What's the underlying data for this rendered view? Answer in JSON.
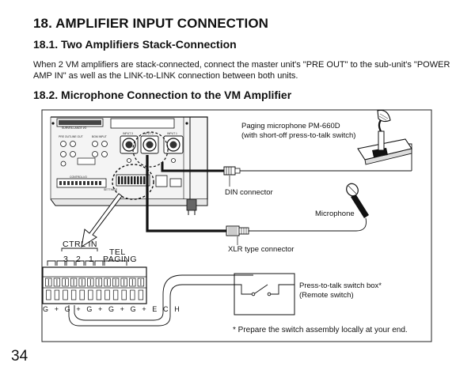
{
  "section": {
    "title": "18. AMPLIFIER INPUT CONNECTION"
  },
  "subsection1": {
    "title": "18.1. Two Amplifiers Stack-Connection",
    "body": "When 2 VM amplifiers are stack-connected, connect the master unit's \"PRE OUT\" to the sub-unit's \"POWER AMP IN\" as well as the LINK-to-LINK connection between both units."
  },
  "subsection2": {
    "title": "18.2. Microphone Connection to the VM Amplifier"
  },
  "diagram": {
    "paging_mic_line1": "Paging microphone PM-660D",
    "paging_mic_line2": "(with short-off press-to-talk switch)",
    "din_connector": "DIN connector",
    "microphone": "Microphone",
    "xlr_connector": "XLR type connector",
    "ptt_box_line1": "Press-to-talk switch box*",
    "ptt_box_line2": "(Remote switch)",
    "footnote": "* Prepare the switch assembly locally at your end.",
    "ctrl_in": "CTRL IN",
    "tel_paging_1": "TEL",
    "tel_paging_2": "PAGING",
    "pin_3": "3",
    "pin_2": "2",
    "pin_1": "1",
    "terminal_row": "G + G + G + G + G + E C H",
    "panel_labels": {
      "surveillance": "SURVEILLANCE I/O",
      "pre_out": "PRE OUT",
      "line_out": "LINE OUT",
      "bgm_input": "BGM INPUT",
      "input3": "INPUT 3",
      "input2": "INPUT 2",
      "input1": "INPUT 1",
      "control_io": "CONTROL I/O",
      "settings": "SETTINGS"
    }
  },
  "page_number": "34"
}
